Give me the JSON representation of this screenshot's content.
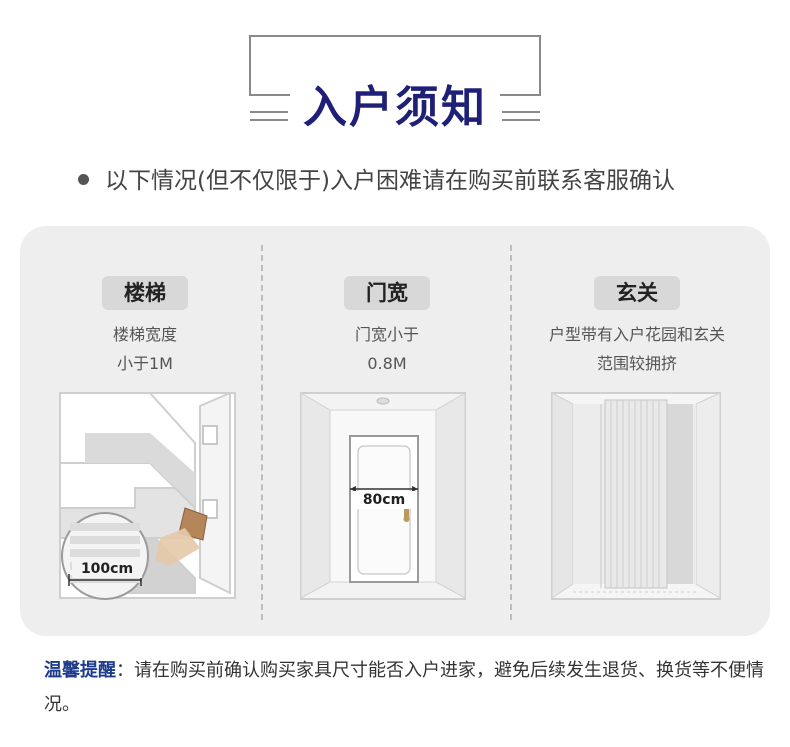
{
  "header": {
    "title": "入户须知"
  },
  "intro": {
    "text": "以下情况(但不仅限于)入户困难请在购买前联系客服确认"
  },
  "columns": [
    {
      "label": "楼梯",
      "desc_line1": "楼梯宽度",
      "desc_line2": "小于1M",
      "measure": "100cm"
    },
    {
      "label": "门宽",
      "desc_line1": "门宽小于",
      "desc_line2": "0.8M",
      "measure": "80cm"
    },
    {
      "label": "玄关",
      "desc_line1": "户型带有入户花园和玄关",
      "desc_line2": "范围较拥挤"
    }
  ],
  "notice": {
    "label": "温馨提醒",
    "text": "：请在购买前确认购买家具尺寸能否入户进家，避免后续发生退货、换货等不便情况。"
  },
  "colors": {
    "title": "#1f1f78",
    "notice_label": "#1f3c8c",
    "card_bg": "#eeeeee",
    "pill_bg": "#d8d8d8"
  }
}
